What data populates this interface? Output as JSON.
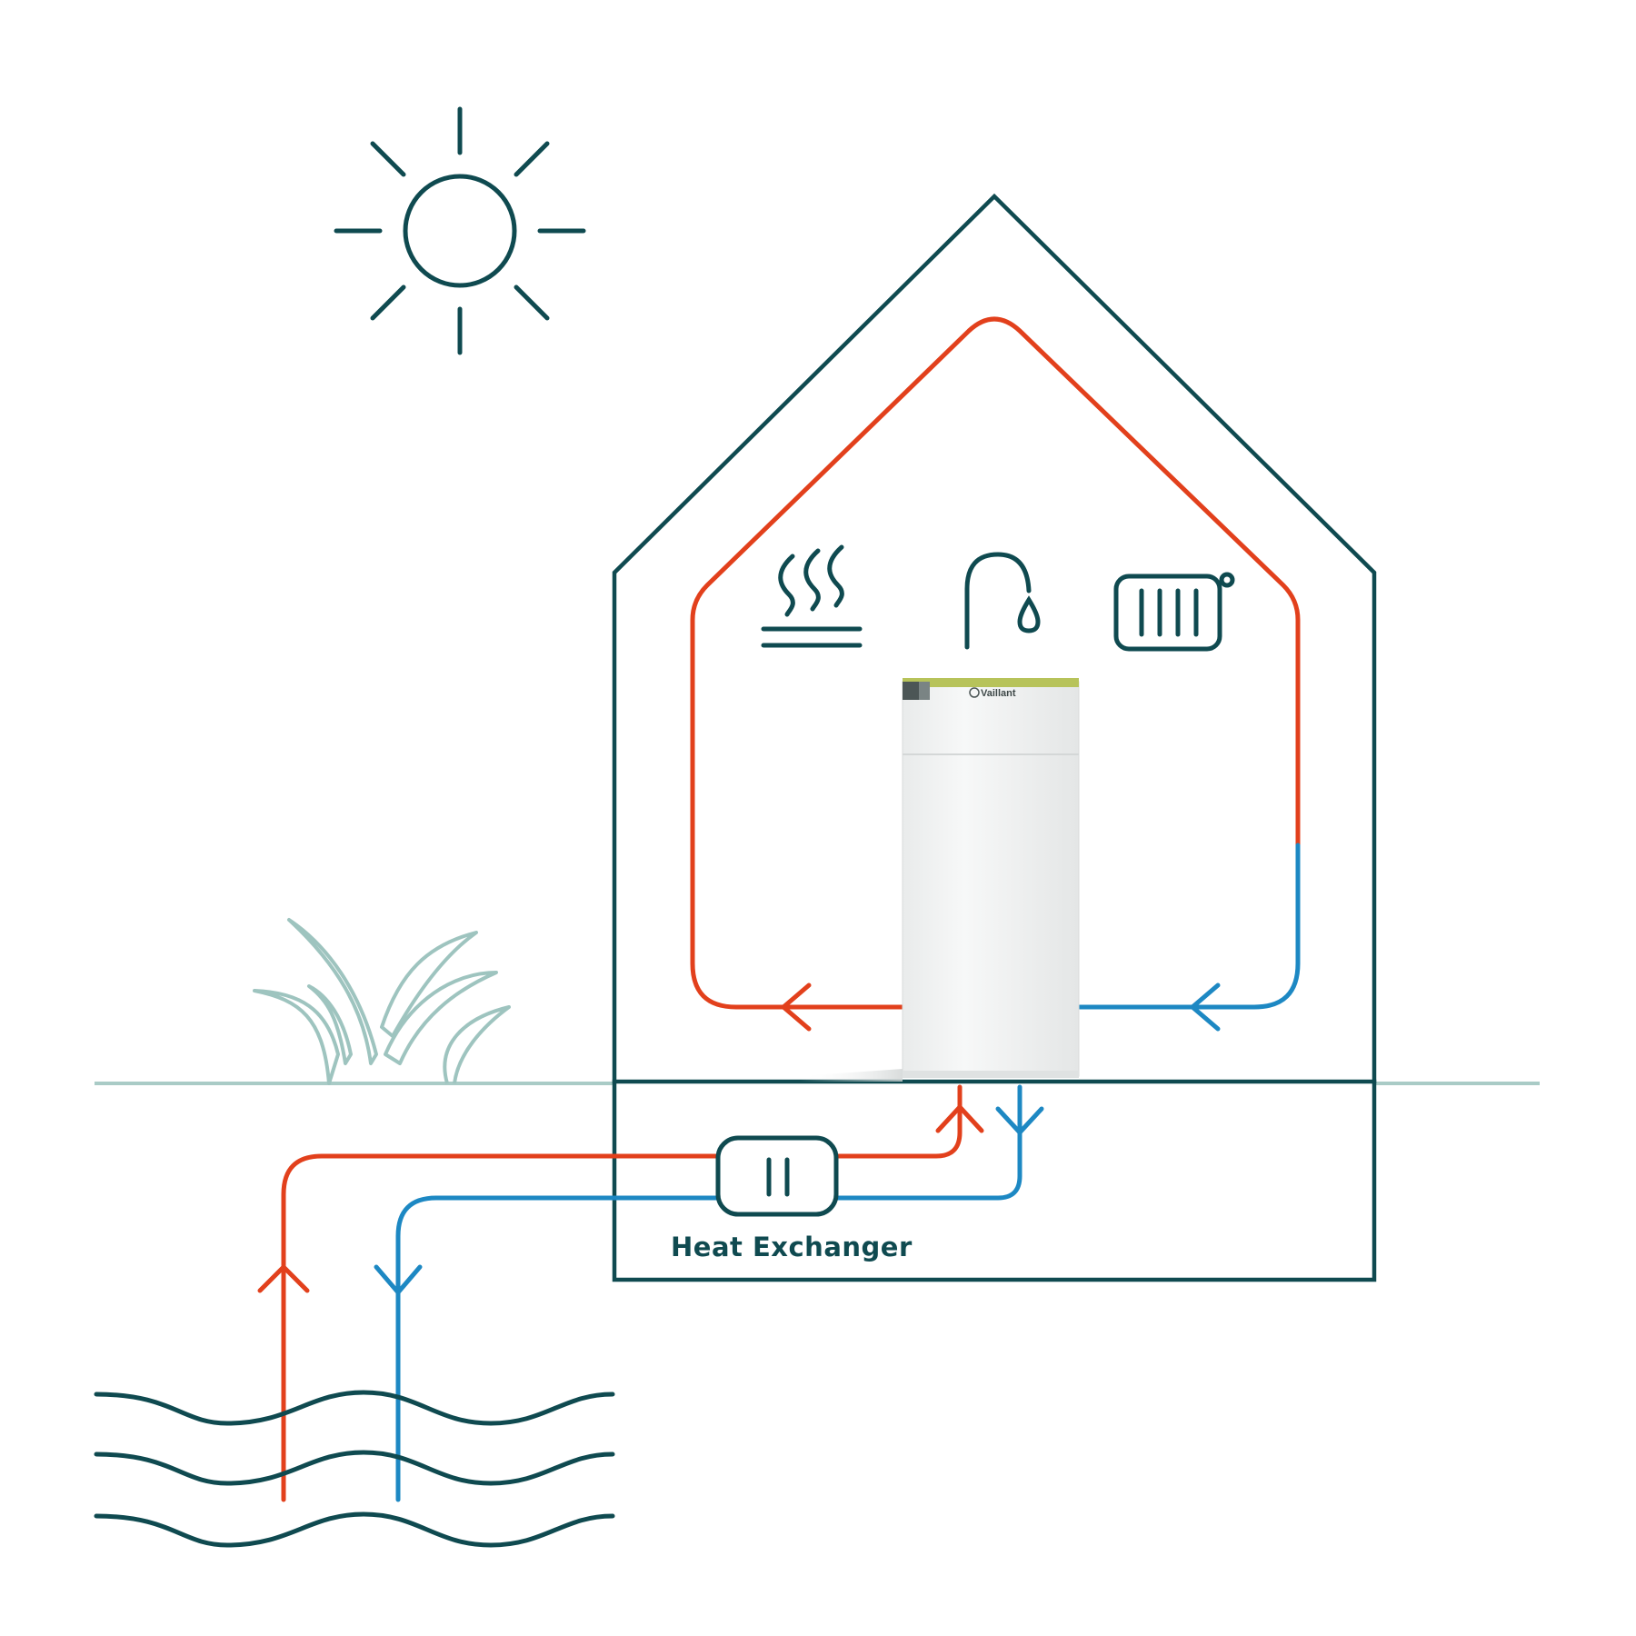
{
  "labels": {
    "heat_exchanger": "Heat Exchanger",
    "unit_brand": "Vaillant"
  },
  "colors": {
    "outline": "#0f4a50",
    "hot": "#e2401c",
    "cold": "#1d88c3",
    "ground": "#a9cbc6",
    "plant": "#9ec4bf"
  },
  "icons": [
    "sun-icon",
    "underfloor-heating-icon",
    "hot-water-tap-icon",
    "radiator-icon",
    "heat-exchanger-icon",
    "heat-pump-unit",
    "water-waves-icon",
    "plant-icon"
  ]
}
